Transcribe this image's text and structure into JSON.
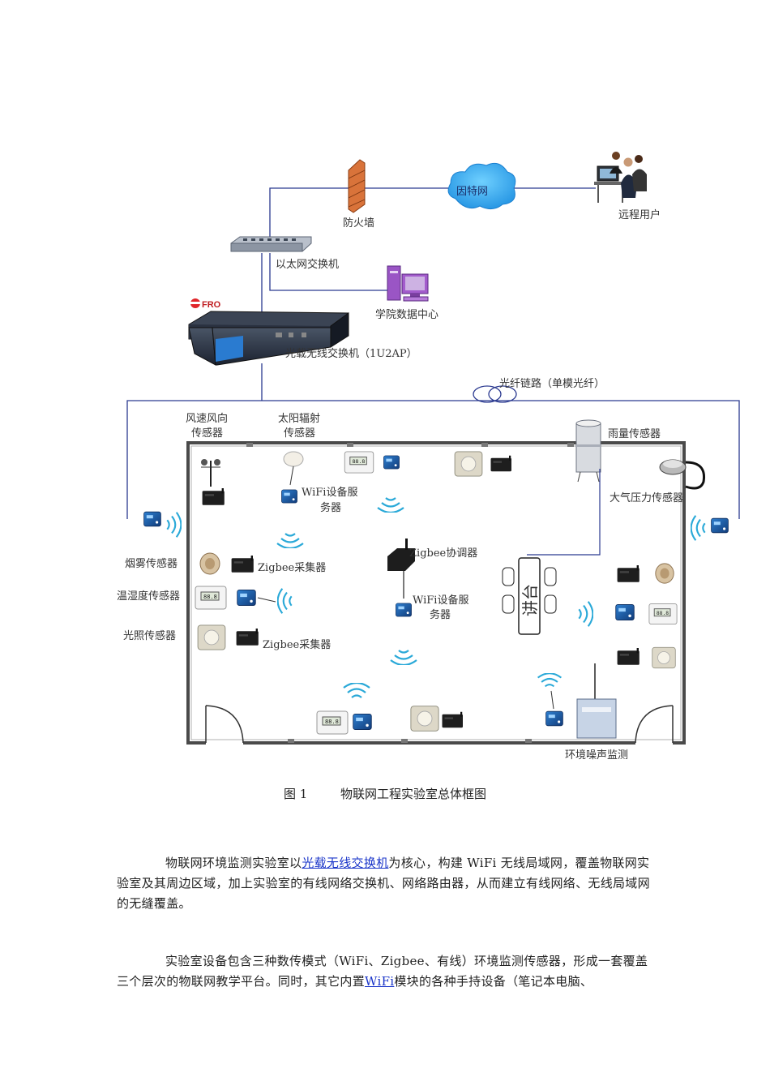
{
  "diagram": {
    "labels": {
      "firewall": "防火墙",
      "internet": "因特网",
      "remote_user": "远程用户",
      "ethernet_switch": "以太网交换机",
      "data_center": "学院数据中心",
      "brand": "FRO",
      "optical_switch": "光载无线交换机（1U2AP）",
      "fiber_link": "光纤链路（单模光纤）",
      "wind_sensor_1": "风速风向",
      "wind_sensor_2": "传感器",
      "solar_sensor_1": "太阳辐射",
      "solar_sensor_2": "传感器",
      "rain_sensor": "雨量传感器",
      "pressure_sensor": "大气压力传感器",
      "wifi_server_1a": "WiFi设备服",
      "wifi_server_1b": "务器",
      "zigbee_coordinator": "Zigbee协调器",
      "wifi_server_2a": "WiFi设备服",
      "wifi_server_2b": "务器",
      "smoke_sensor": "烟雾传感器",
      "temp_humidity_sensor": "温湿度传感器",
      "light_sensor": "光照传感器",
      "zigbee_collector_1": "Zigbee采集器",
      "zigbee_collector_2": "Zigbee采集器",
      "podium": "讲台",
      "noise_monitor": "环境噪声监测"
    }
  },
  "caption": {
    "number": "图 1",
    "title": "物联网工程实验室总体框图"
  },
  "paragraph1": {
    "before_link": "物联网环境监测实验室以",
    "link": "光载无线交换机",
    "after_link": "为核心，构建 WiFi 无线局域网，覆盖物联网实验室及其周边区域，加上实验室的有线网络交换机、网络路由器，从而建立有线网络、无线局域网的无缝覆盖。"
  },
  "paragraph2": {
    "before_link": "实验室设备包含三种数传模式（WiFi、Zigbee、有线）环境监测传感器，形成一套覆盖三个层次的物联网教学平台。同时，其它内置",
    "link": "WiFi",
    "after_link": "模块的各种手持设备（笔记本电脑、"
  }
}
